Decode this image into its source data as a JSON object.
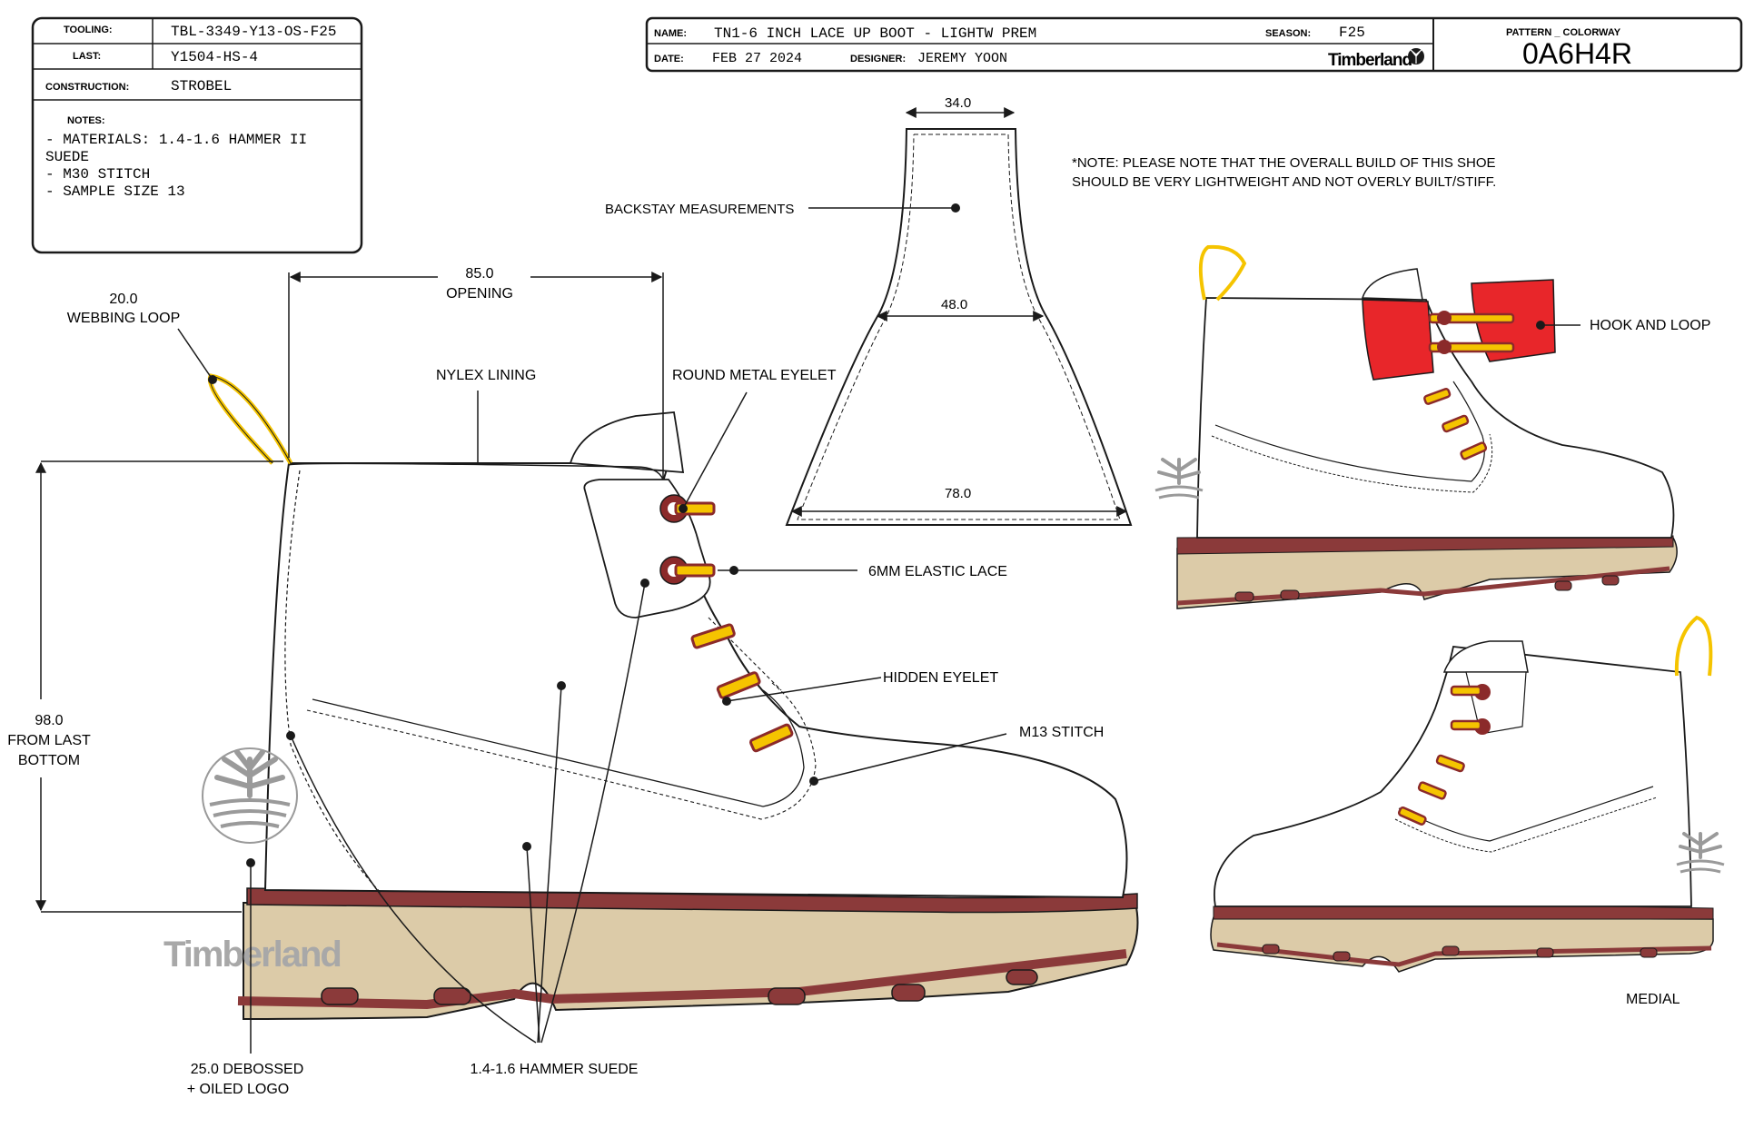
{
  "spec_box": {
    "tooling_label": "TOOLING:",
    "tooling_value": "TBL-3349-Y13-OS-F25",
    "last_label": "LAST:",
    "last_value": "Y1504-HS-4",
    "construction_label": "CONSTRUCTION:",
    "construction_value": "STROBEL",
    "notes_label": "NOTES:",
    "notes_lines": [
      "- MATERIALS: 1.4-1.6 HAMMER II",
      "SUEDE",
      "-  M30 STITCH",
      "-  SAMPLE SIZE 13"
    ]
  },
  "title_block": {
    "name_label": "NAME:",
    "name_value": "TN1-6 INCH LACE UP BOOT - LIGHTW PREM",
    "season_label": "SEASON:",
    "season_value": "F25",
    "date_label": "DATE:",
    "date_value": "FEB 27 2024",
    "designer_label": "DESIGNER:",
    "designer_value": "JEREMY YOON",
    "brand": "Timberland",
    "pattern_label": "PATTERN _ COLORWAY",
    "pattern_value": "0A6H4R"
  },
  "note": [
    "*NOTE: PLEASE NOTE THAT THE OVERALL BUILD OF THIS SHOE",
    "SHOULD BE VERY LIGHTWEIGHT AND NOT OVERLY BUILT/STIFF."
  ],
  "callouts": {
    "webbing_loop": [
      "20.0",
      "WEBBING LOOP"
    ],
    "opening": [
      "85.0",
      "OPENING"
    ],
    "nylex_lining": "NYLEX LINING",
    "round_metal_eyelet": "ROUND METAL EYELET",
    "elastic_lace": "6MM ELASTIC LACE",
    "hidden_eyelet": "HIDDEN EYELET",
    "m13_stitch": "M13 STITCH",
    "from_last_bottom": [
      "98.0",
      "FROM LAST",
      "BOTTOM"
    ],
    "debossed_logo": [
      "25.0 DEBOSSED",
      "+   OILED LOGO"
    ],
    "hammer_suede": "1.4-1.6 HAMMER SUEDE",
    "backstay": "BACKSTAY MEASUREMENTS",
    "backstay_top": "34.0",
    "backstay_mid": "48.0",
    "backstay_bottom": "78.0",
    "hook_and_loop": "HOOK AND LOOP",
    "medial": "MEDIAL"
  },
  "boot_logo_text": "Timberland",
  "colors": {
    "line": "#1a1a1a",
    "outsole": "#dccba8",
    "rand": "#8b3a3a",
    "lace_yellow": "#f5c400",
    "eyelet": "#8b2a2a",
    "hook_loop": "#e8262a",
    "logo_gray": "#9a9a9a"
  }
}
